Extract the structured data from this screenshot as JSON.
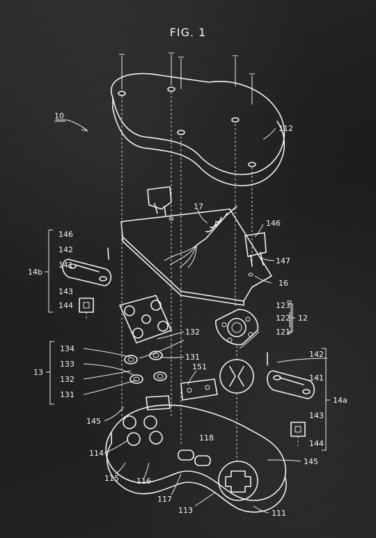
{
  "figure_title": "FIG. 1",
  "labels": {
    "l10": "10",
    "l112": "112",
    "l17": "17",
    "l146a": "146",
    "l146b": "146",
    "l142a": "142",
    "l14b": "14b",
    "l141a": "141",
    "l147": "147",
    "l16": "16",
    "l143a": "143",
    "l144a": "144",
    "l123": "123",
    "l122": "122",
    "l12": "12",
    "l121": "121",
    "l132": "132",
    "l134": "134",
    "l131a": "131",
    "l133": "133",
    "l13": "13",
    "l132b": "132",
    "l151": "151",
    "l131b": "131",
    "l142b": "142",
    "l141b": "141",
    "l14a": "14a",
    "l145a": "145",
    "l143b": "143",
    "l144b": "144",
    "l118": "118",
    "l114": "114",
    "l145b": "145",
    "l115": "115",
    "l116": "116",
    "l117": "117",
    "l113": "113",
    "l111": "111"
  }
}
